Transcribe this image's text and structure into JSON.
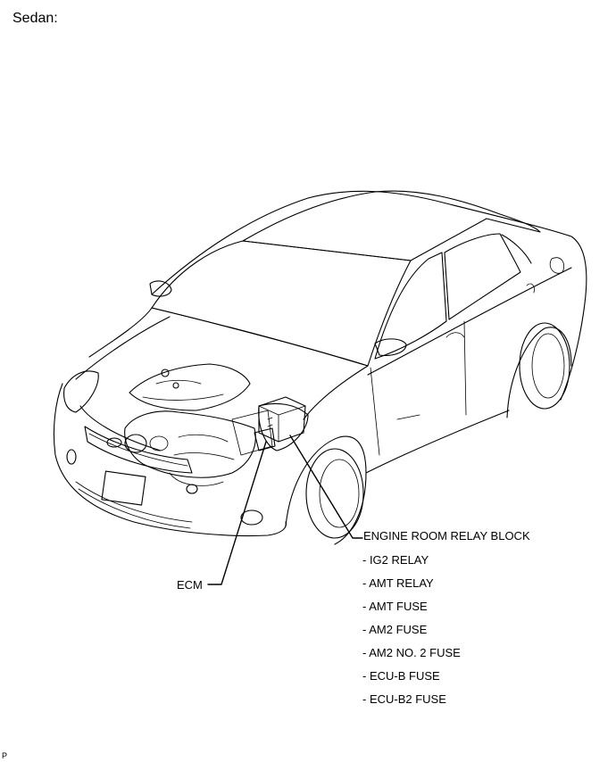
{
  "title": "Sedan:",
  "footer_code": "P",
  "callouts": {
    "relay_block": "ENGINE ROOM RELAY BLOCK",
    "ecm": "ECM"
  },
  "relay_items": [
    "- IG2 RELAY",
    "- AMT RELAY",
    "- AMT FUSE",
    "- AM2 FUSE",
    "- AM2 NO. 2 FUSE",
    "- ECU-B FUSE",
    "- ECU-B2 FUSE"
  ],
  "icons": {
    "vehicle": "sedan-line-drawing"
  }
}
